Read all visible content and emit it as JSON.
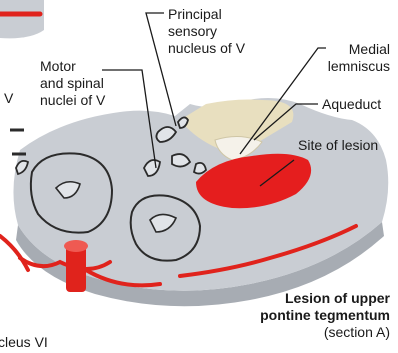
{
  "labels": {
    "principal": [
      "Principal",
      "sensory",
      "nucleus of V"
    ],
    "motor": [
      "Motor",
      "and spinal",
      "nuclei of V"
    ],
    "medial": [
      "Medial",
      "lemniscus"
    ],
    "aqueduct": "Aqueduct",
    "lesion": "Site of lesion",
    "left_v": "V",
    "nucleus_vi": "cleus VI"
  },
  "caption": {
    "line1": "Lesion of upper",
    "line2": "pontine tegmentum",
    "line3": "(section A)"
  },
  "colors": {
    "slab_top": "#c9cdd3",
    "slab_side": "#a7acb3",
    "vessel": "#e0231c",
    "lesion": "#e51e1e",
    "aqueduct": "#e8dfbf",
    "outline": "#2b2b2b"
  }
}
